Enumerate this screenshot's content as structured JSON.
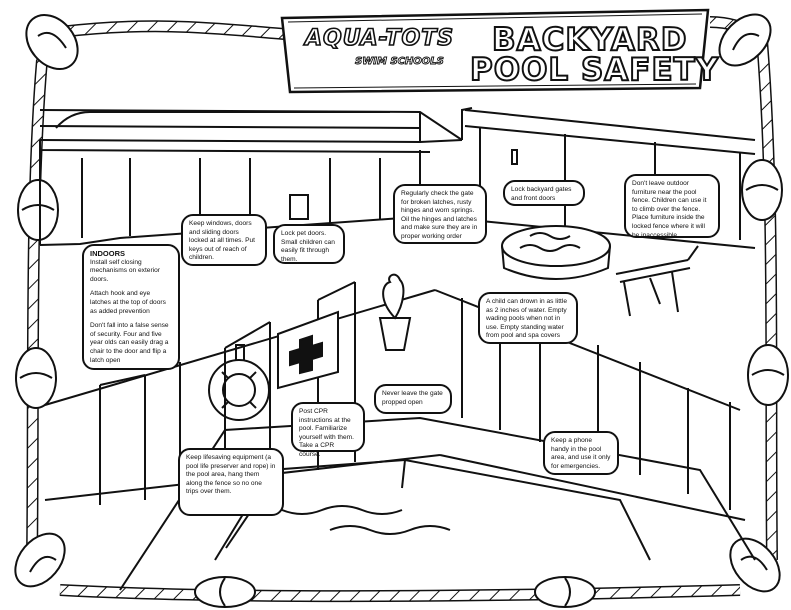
{
  "logo": {
    "main": "AQUA-TOTS",
    "sub": "SWIM SCHOOLS"
  },
  "title": {
    "line1": "BACKYARD",
    "line2": "POOL SAFETY"
  },
  "tips": {
    "indoors": {
      "heading": "INDOORS",
      "p1": "Install self closing mechanisms on exterior doors.",
      "p2": "Attach hook and eye latches at the top of doors as added prevention",
      "p3": "Don't fall into a false sense of security. Four and five year olds can easily drag a chair to the door and flip a latch open"
    },
    "windows": "Keep windows, doors and sliding doors locked at all times. Put keys out of reach of children.",
    "pet_doors": "Lock pet doors. Small children can easily fit through them.",
    "gate_check": "Regularly check the gate for broken latches, rusty hinges and worn springs. Oil the hinges and latches and make sure they are in proper working order",
    "backyard_gates": "Lock backyard gates and front doors",
    "furniture": "Don't leave outdoor furniture near the pool fence. Children can use it to climb over the fence. Place furniture inside the locked fence where it will be inaccessible.",
    "drowning": "A child can drown in as little as 2 inches of water. Empty wading pools when not in use. Empty standing water from pool and spa covers",
    "gate_propped": "Never leave the gate propped open",
    "cpr": "Post CPR instructions at the pool. Familiarize yourself with them. Take a CPR course.",
    "lifesaving": "Keep lifesaving equipment (a pool life preserver and rope) in the pool area, hang them along the fence so no one trips over them.",
    "phone": "Keep a phone handy in the pool area, and use it only for emergencies."
  }
}
